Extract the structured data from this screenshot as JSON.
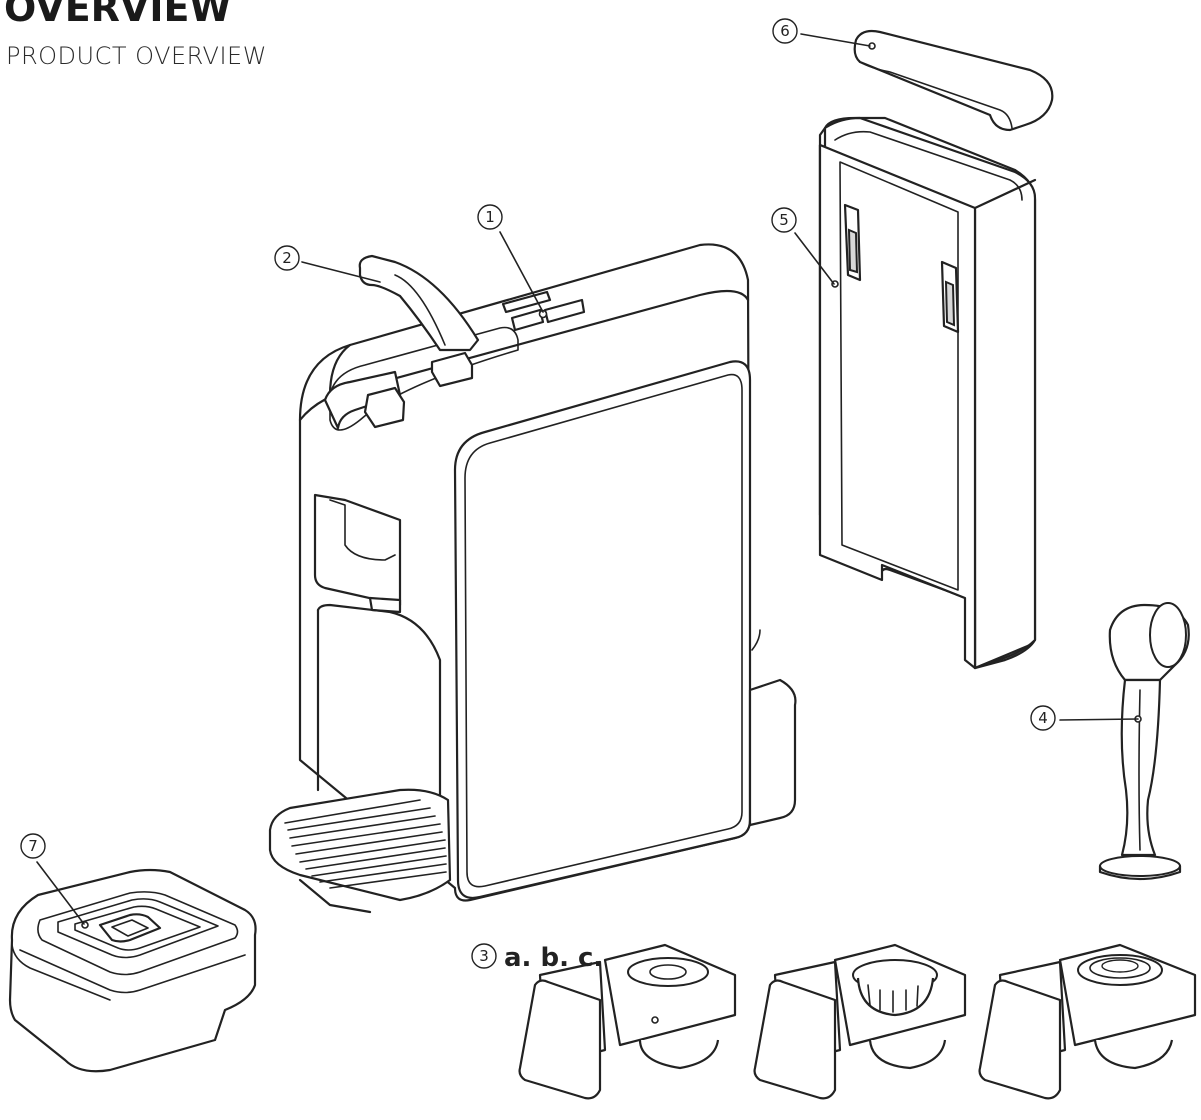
{
  "header": {
    "title": "OVERVIEW",
    "subtitle": "PRODUCT OVERVIEW"
  },
  "callouts": [
    {
      "number": "1",
      "part": "control-panel"
    },
    {
      "number": "2",
      "part": "handle-lever"
    },
    {
      "number": "3",
      "part": "capsule-holders"
    },
    {
      "number": "4",
      "part": "tamper"
    },
    {
      "number": "5",
      "part": "water-tank"
    },
    {
      "number": "6",
      "part": "water-tank-lid"
    },
    {
      "number": "7",
      "part": "drip-tray-cover"
    }
  ],
  "holder_variants_label": "a. b. c.",
  "colors": {
    "line": "#222222",
    "background": "#ffffff"
  }
}
